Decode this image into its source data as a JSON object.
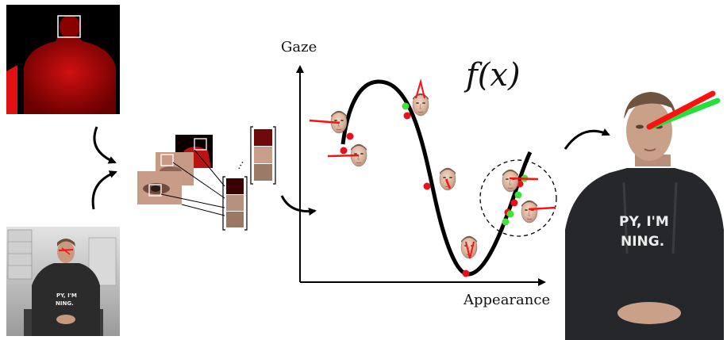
{
  "axes": {
    "y_label": "Gaze",
    "x_label": "Appearance"
  },
  "function_label": "f(x)",
  "ellipsis": "...",
  "colors": {
    "curve": "#000000",
    "sample_red": "#e8111a",
    "sample_green": "#3fe23a",
    "gaze_red": "#ff1010",
    "gaze_green": "#25e03a",
    "depth_red": "#cc0000"
  },
  "inputs": [
    {
      "name": "depth-image"
    },
    {
      "name": "rgb-image"
    }
  ],
  "output": {
    "name": "gaze-estimation-result"
  },
  "shirt_text": [
    "PY, I'M",
    "NING."
  ]
}
